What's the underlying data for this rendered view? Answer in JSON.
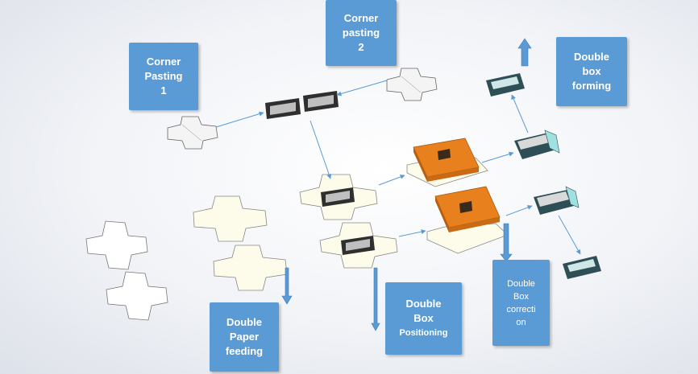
{
  "colors": {
    "label_bg": "#5b9bd5",
    "label_text": "#ffffff",
    "arrow": "#5b9bd5",
    "platen": "#e8801e",
    "box_dark": "#2f2f2f",
    "box_teal": "#2e4f55",
    "paper": "#fdfbe9"
  },
  "labels": {
    "corner_pasting_1": [
      "Corner",
      "Pasting",
      "1"
    ],
    "corner_pasting_2": [
      "Corner",
      "pasting",
      "2"
    ],
    "double_box_forming": [
      "Double",
      "box",
      "forming"
    ],
    "double_paper_feeding": [
      "Double",
      "Paper",
      "feeding"
    ],
    "double_box_positioning": [
      "Double",
      "Box",
      "Positioning"
    ],
    "double_box_correction": [
      "Double",
      "Box",
      "correcti",
      "on"
    ]
  }
}
